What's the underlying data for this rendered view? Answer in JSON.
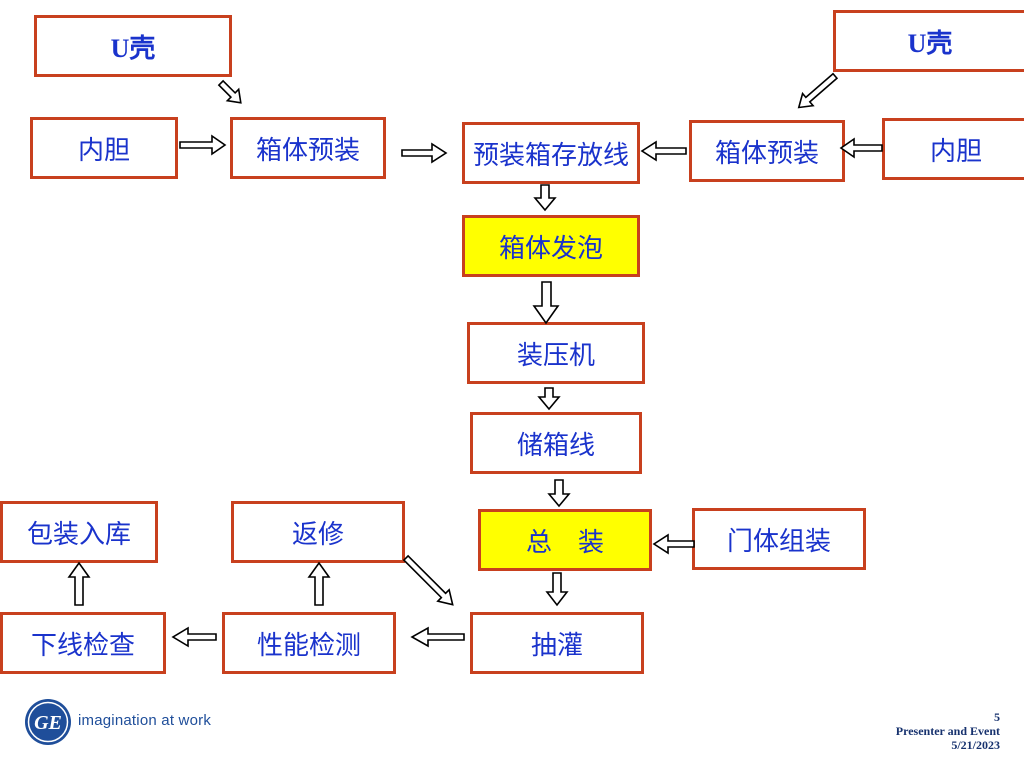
{
  "boxes": {
    "u_shell_left": "U壳",
    "u_shell_right": "U壳",
    "liner_left": "内胆",
    "liner_right": "内胆",
    "pre_assembly_left": "箱体预装",
    "pre_assembly_right": "箱体预装",
    "storage_line": "预装箱存放线",
    "foaming": "箱体发泡",
    "press": "装压机",
    "cabinet_buffer": "储箱线",
    "final_assembly": "总　装",
    "door_assembly": "门体组装",
    "vacuum_fill": "抽灌",
    "performance_test": "性能检测",
    "offline_check": "下线检查",
    "rework": "返修",
    "pack_store": "包装入库"
  },
  "colors": {
    "box_border": "#c8401e",
    "box_text": "#1a33cc",
    "highlight_fill": "#ffff00"
  },
  "footer": {
    "logo_text": "GE",
    "tagline": "imagination at work",
    "page_number": "5",
    "presenter": "Presenter and Event",
    "date": "5/21/2023"
  }
}
